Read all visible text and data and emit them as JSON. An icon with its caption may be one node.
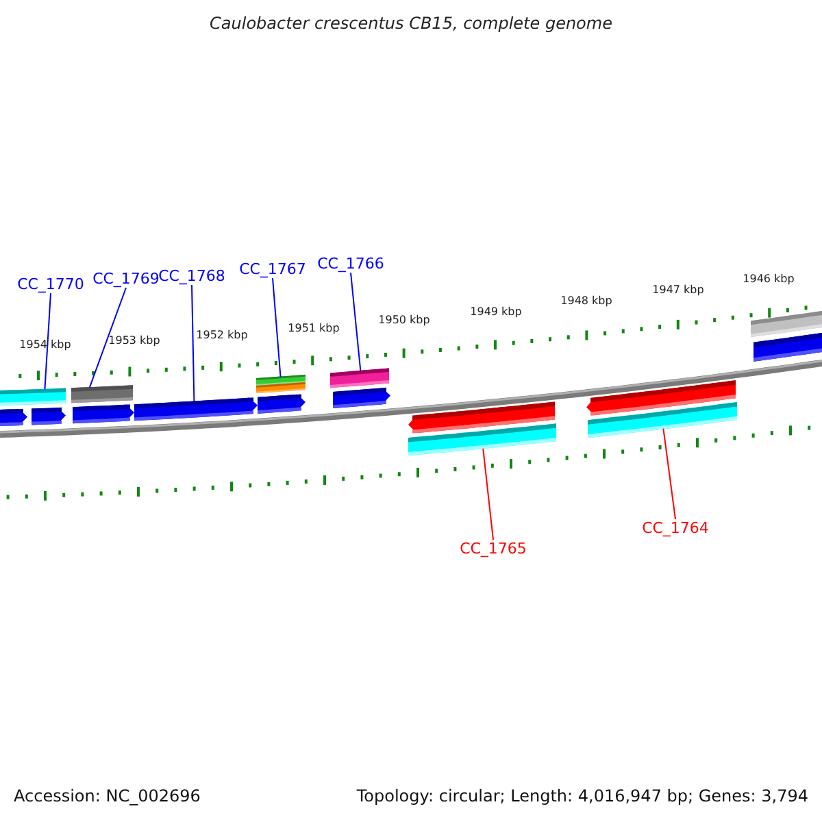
{
  "diagram": {
    "title": "Caulobacter crescentus CB15, complete genome",
    "nodes": [
      {
        "text": [
          "CC_1770"
        ]
      },
      {
        "text": [
          "CC_1769"
        ]
      },
      {
        "text": [
          "CC_1768"
        ]
      },
      {
        "text": [
          "CC_1767"
        ]
      },
      {
        "text": [
          "CC_1766"
        ]
      },
      {
        "text": [
          "CC_1765"
        ]
      },
      {
        "text": [
          "CC_1764"
        ]
      },
      {
        "text": [],
        "shape": "bar"
      },
      {
        "text": [],
        "shape": "bar"
      },
      {
        "text": [],
        "shape": "arrow"
      },
      {
        "text": [],
        "shape": "bar"
      },
      {
        "text": [],
        "shape": "bar"
      },
      {
        "text": [],
        "shape": "bar"
      },
      {
        "text": [],
        "shape": "bar"
      }
    ],
    "edges": [
      {
        "from": 0,
        "to": 7,
        "arrow": "none"
      },
      {
        "from": 1,
        "to": 8,
        "arrow": "none"
      },
      {
        "from": 2,
        "to": 9,
        "arrow": "none"
      },
      {
        "from": 3,
        "to": 10,
        "arrow": "none"
      },
      {
        "from": 4,
        "to": 11,
        "arrow": "none"
      },
      {
        "from": 5,
        "to": 12,
        "arrow": "none",
        "color": "#ff0000"
      },
      {
        "from": 6,
        "to": 13,
        "arrow": "none",
        "color": "#ff0000"
      }
    ],
    "labels": [
      "1954 kbp",
      "1953 kbp",
      "1952 kbp",
      "1951 kbp",
      "1950 kbp",
      "1949 kbp",
      "1948 kbp",
      "1947 kbp",
      "1946 kbp",
      "Accession: NC_002696",
      "Topology: circular; Length: 4,016,947 bp; Genes: 3,794"
    ]
  }
}
